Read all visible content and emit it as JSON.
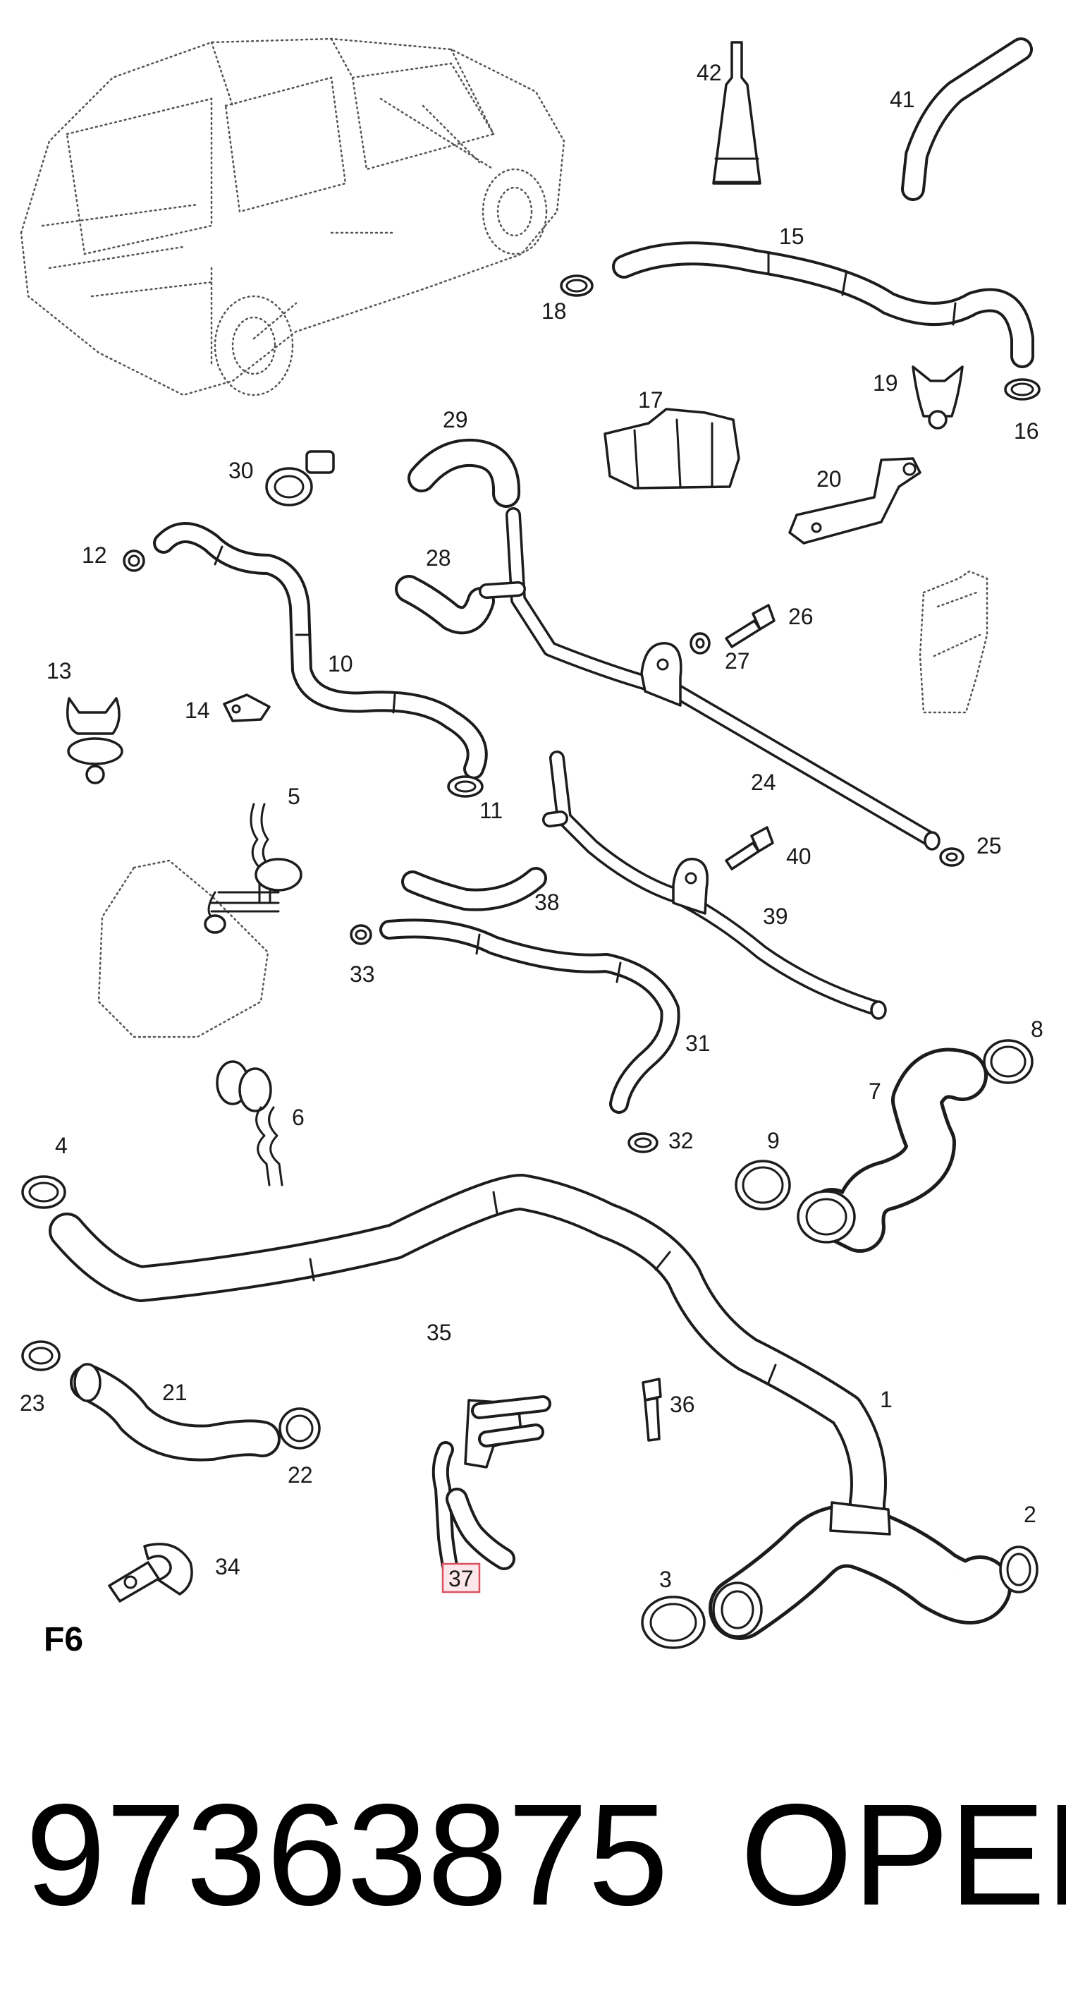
{
  "diagram": {
    "figure_label": "F6",
    "part_number": "97363875",
    "brand": "OPEL",
    "highlighted_callout": "37",
    "colors": {
      "highlight_fill": "#fde7ea",
      "highlight_border": "#d9505f",
      "line": "#1c1c1c"
    },
    "callouts": {
      "c1": "1",
      "c2": "2",
      "c3": "3",
      "c4": "4",
      "c5": "5",
      "c6": "6",
      "c7": "7",
      "c8": "8",
      "c9": "9",
      "c10": "10",
      "c11": "11",
      "c12": "12",
      "c13": "13",
      "c14": "14",
      "c15": "15",
      "c16": "16",
      "c17": "17",
      "c18": "18",
      "c19": "19",
      "c20": "20",
      "c21": "21",
      "c22": "22",
      "c23": "23",
      "c24": "24",
      "c25": "25",
      "c26": "26",
      "c27": "27",
      "c28": "28",
      "c29": "29",
      "c30": "30",
      "c31": "31",
      "c32": "32",
      "c33": "33",
      "c34": "34",
      "c35": "35",
      "c36": "36",
      "c37": "37",
      "c38": "38",
      "c39": "39",
      "c40": "40",
      "c41": "41",
      "c42": "42"
    }
  }
}
